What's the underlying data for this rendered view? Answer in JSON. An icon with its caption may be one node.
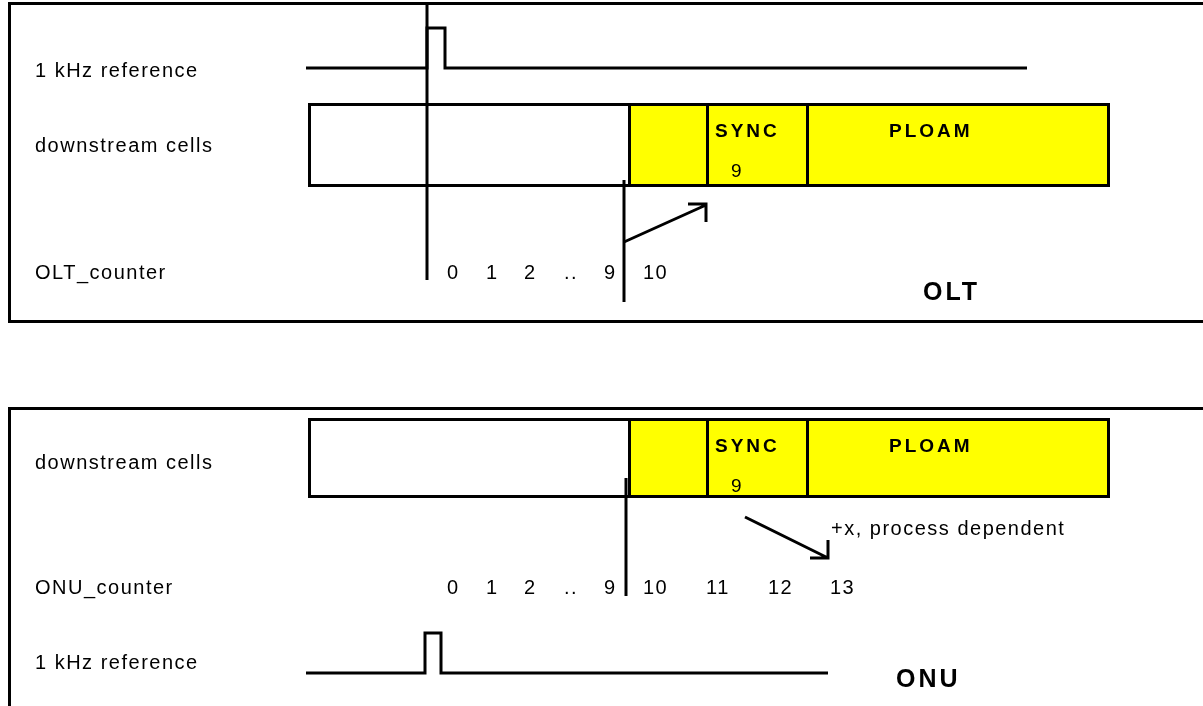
{
  "diagram": {
    "nodes": [
      {
        "text": [
          "OLT"
        ]
      },
      {
        "text": [],
        "shape": "box",
        "in": 0
      },
      {
        "text": [],
        "shape": "box",
        "in": 0
      },
      {
        "text": [
          "SYNC",
          "9"
        ],
        "in": 0
      },
      {
        "text": [
          "PLOAM"
        ],
        "in": 0
      },
      {
        "text": [
          "ONU"
        ]
      },
      {
        "text": [],
        "shape": "box",
        "in": 5
      },
      {
        "text": [],
        "shape": "box",
        "in": 5
      },
      {
        "text": [
          "SYNC",
          "9"
        ],
        "in": 5
      },
      {
        "text": [
          "PLOAM"
        ],
        "in": 5
      }
    ],
    "labels": [
      "1 kHz reference",
      "downstream cells",
      "OLT_counter",
      "0",
      "1",
      "2",
      "..",
      "9",
      "10",
      "downstream cells",
      "+x, process dependent",
      "ONU_counter",
      "0",
      "1",
      "2",
      "..",
      "9",
      "10",
      "11",
      "12",
      "13",
      "1 kHz reference"
    ]
  }
}
